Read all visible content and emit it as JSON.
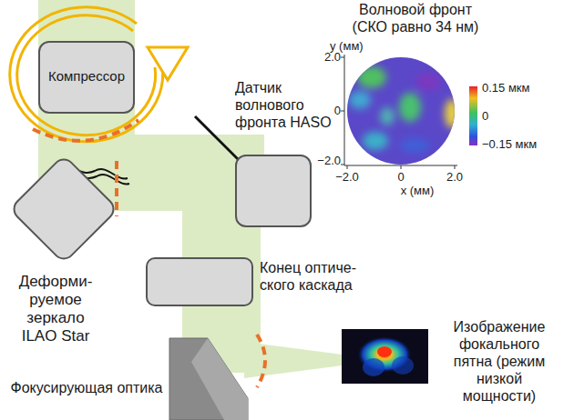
{
  "diagram": {
    "nodes": [
      {
        "text": [
          "Компрессор"
        ]
      },
      {
        "text": [
          "Деформи- руемое зеркало ILAO Star"
        ]
      },
      {
        "text": [
          "Датчик волнового фронта HASO"
        ]
      },
      {
        "text": [
          "Конец оптиче- ского каскада"
        ]
      },
      {
        "text": [
          "Фокусирующая оптика"
        ]
      },
      {
        "text": [
          "Изображение фокального пятна (режим низкой мощности)"
        ]
      },
      {
        "text": [
          "Волновой фронт (СКО равно 34 нм)"
        ]
      }
    ],
    "labels": [
      "y (мм)",
      "2.0",
      "0",
      "−2.0",
      "−2.0",
      "0",
      "2.0",
      "x (мм)",
      "0.15 мкм",
      "0",
      "−0.15 мкм"
    ]
  }
}
